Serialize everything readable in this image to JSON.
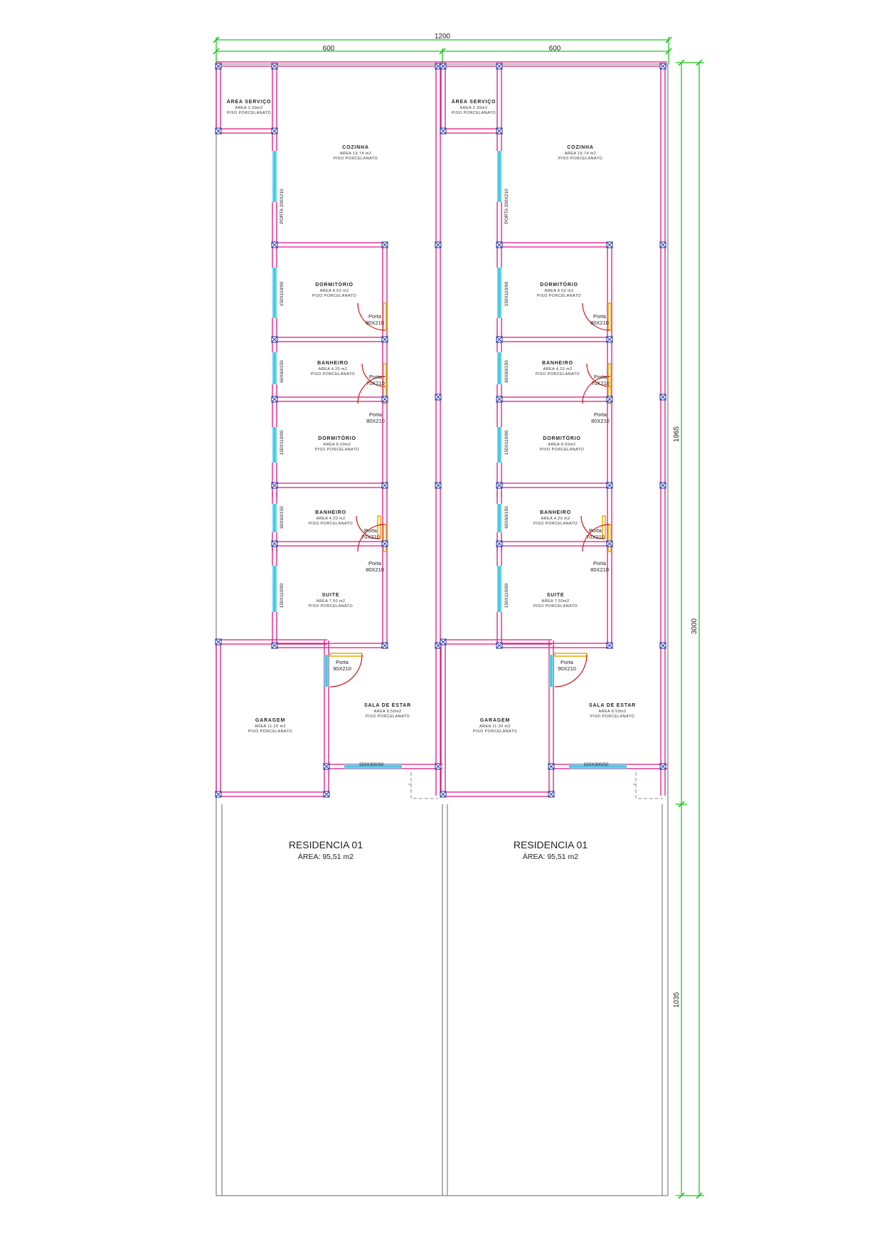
{
  "dimensions": {
    "total_width": "1200",
    "half_width_left": "600",
    "half_width_right": "600",
    "total_depth": "3000",
    "built_depth": "1965",
    "free_depth": "1035"
  },
  "residences": [
    {
      "title": "RESIDENCIA 01",
      "area": "ÁREA: 95,51 m2",
      "rooms": {
        "servico": [
          "ÁREA SERVIÇO",
          "AREA 2.30m2",
          "PISO PORCELANATO"
        ],
        "cozinha": [
          "COZINHA",
          "AREA 19.74 m2",
          "PISO PORCELANATO"
        ],
        "dorm1": [
          "DORMITÓRIO",
          "AREA 8.50 m2",
          "PISO PORCELANATO"
        ],
        "banho1": [
          "BANHEIRO",
          "AREA 4.20 m2",
          "PISO PORCELANATO"
        ],
        "dorm2": [
          "DORMITÓRIO",
          "AREA 8.50m2",
          "PISO PORCELANATO"
        ],
        "banho2": [
          "BANHEIRO",
          "AREA 4.20 m2",
          "PISO PORCELANATO"
        ],
        "suite": [
          "SUITE",
          "AREA 7.50 m2",
          "PISO PORCELANATO"
        ],
        "garagem": [
          "GARAGEM",
          "AREA 11.20 m2",
          "PISO PORCELANATO"
        ],
        "sala": [
          "SALA DE ESTAR",
          "AREA 8.50m2",
          "PISO PORCELANATO"
        ]
      },
      "doors": {
        "d1": [
          "Porta",
          "80X210"
        ],
        "d2": [
          "Porta",
          "70X210"
        ],
        "d3": [
          "Porta",
          "80X210"
        ],
        "d4": [
          "Porta",
          "70X210"
        ],
        "d5": [
          "Porta",
          "80X210"
        ],
        "d6": [
          "Porta",
          "90X210"
        ]
      },
      "windows": {
        "porta_cozinha": "PORTA 200X210",
        "w_dorm1": "150X110/90",
        "w_banho1": "60X60/150",
        "w_dorm2": "150X110/90",
        "w_banho2": "60X60/150",
        "w_suite": "150X110/90",
        "w_sala": "150X300/50"
      }
    },
    {
      "title": "RESIDENCIA 01",
      "area": "ÁREA: 95,51 m2",
      "rooms": {
        "servico": [
          "ÁREA SERVIÇO",
          "AREA 2.30m2",
          "PISO PORCELANATO"
        ],
        "cozinha": [
          "COZINHA",
          "AREA 19.74 m2",
          "PISO PORCELANATO"
        ],
        "dorm1": [
          "DORMITÓRIO",
          "AREA 8.50 m2",
          "PISO PORCELANATO"
        ],
        "banho1": [
          "BANHEIRO",
          "AREA 4.20 m2",
          "PISO PORCELANATO"
        ],
        "dorm2": [
          "DORMITÓRIO",
          "AREA 8.50m2",
          "PISO PORCELANATO"
        ],
        "banho2": [
          "BANHEIRO",
          "AREA 4.20 m2",
          "PISO PORCELANATO"
        ],
        "suite": [
          "SUITE",
          "AREA 7.50m2",
          "PISO PORCELANATO"
        ],
        "garagem": [
          "GARAGEM",
          "AREA 11.20 m2",
          "PISO PORCELANATO"
        ],
        "sala": [
          "SALA DE ESTAR",
          "AREA 8.50m2",
          "PISO PORCELANATO"
        ]
      },
      "doors": {
        "d1": [
          "Porta",
          "80X210"
        ],
        "d2": [
          "Porta",
          "70X210"
        ],
        "d3": [
          "Porta",
          "80X210"
        ],
        "d4": [
          "Porta",
          "70X210"
        ],
        "d5": [
          "Porta",
          "80X210"
        ],
        "d6": [
          "Porta",
          "90X210"
        ]
      },
      "windows": {
        "porta_cozinha": "PORTA 200X210",
        "w_dorm1": "150X110/90",
        "w_banho1": "60X60/150",
        "w_dorm2": "150X110/90",
        "w_banho2": "60X60/150",
        "w_suite": "150X110/90",
        "w_sala": "150X300/50"
      }
    }
  ],
  "colors": {
    "wall": "#e0147f",
    "window": "#5fd8ee",
    "door_leaf": "#e8a800",
    "door_swing": "#cc1010",
    "column": "#2a3aa8",
    "dimension": "#1ec81e",
    "outline": "#808080"
  }
}
